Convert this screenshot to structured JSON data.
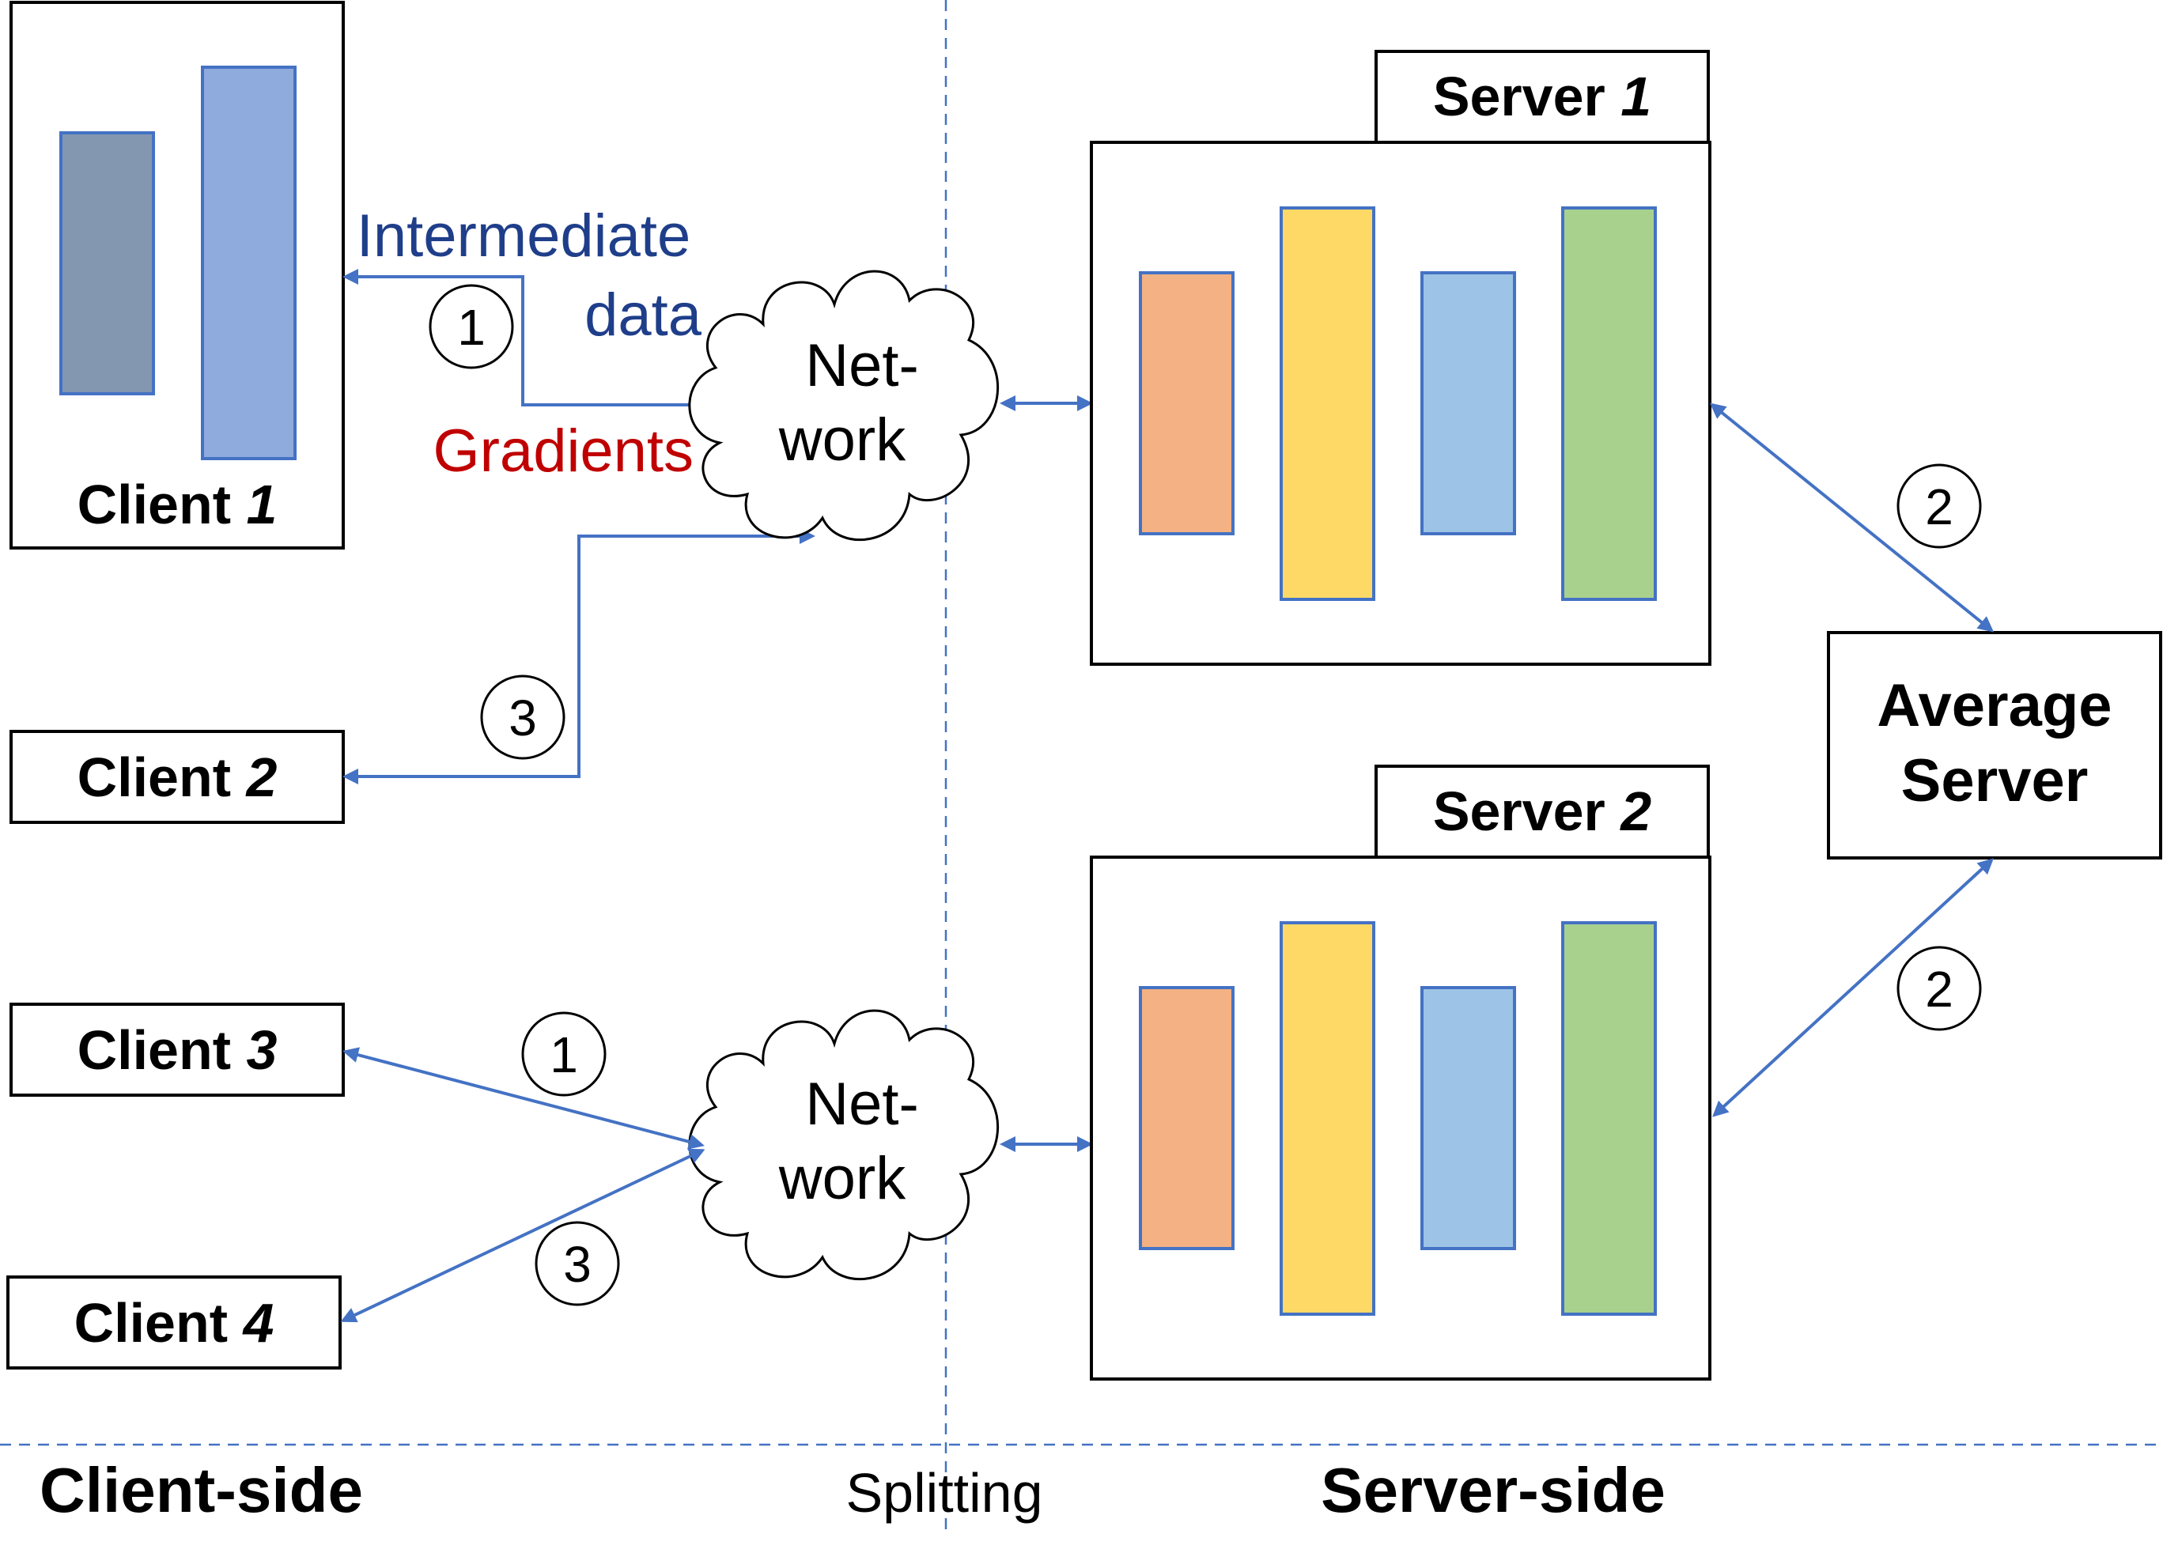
{
  "colors": {
    "arrow": "#4472c4",
    "guide": "#8faadc",
    "intermediate_text": "#1f3e8a",
    "gradients_text": "#c00000",
    "outline": "#000000",
    "client1_layer_a": "#8497b0",
    "client1_layer_b": "#8faadc",
    "server_layer_orange": "#f4b183",
    "server_layer_yellow": "#ffd966",
    "server_layer_blue": "#9dc3e6",
    "server_layer_green": "#a9d18e",
    "layer_border_orange": "#4472c4",
    "layer_border_yellow": "#4472c4"
  },
  "clients": [
    {
      "label": "Client ",
      "index": "1"
    },
    {
      "label": "Client ",
      "index": "2"
    },
    {
      "label": "Client ",
      "index": "3"
    },
    {
      "label": "Client ",
      "index": "4"
    }
  ],
  "servers": [
    {
      "label": "Server ",
      "index": "1"
    },
    {
      "label": "Server ",
      "index": "2"
    }
  ],
  "average_server": {
    "line1": "Average",
    "line2": "Server"
  },
  "network": {
    "line1": "Net-",
    "line2": "work"
  },
  "flow_labels": {
    "intermediate_line1": "Intermediate",
    "intermediate_line2": "data",
    "gradients": "Gradients"
  },
  "steps": {
    "one": "1",
    "two": "2",
    "three": "3"
  },
  "sections": {
    "client_side": "Client-side",
    "splitting": "Splitting",
    "server_side": "Server-side"
  }
}
